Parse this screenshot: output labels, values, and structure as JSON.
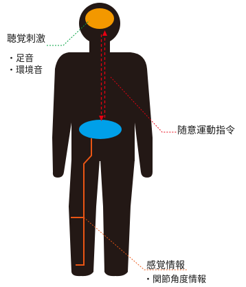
{
  "labels": {
    "auditory": "聴覚刺激",
    "auditory_items": [
      "・足音",
      "・環境音"
    ],
    "motor": "随意運動指令",
    "sensory": "感覚情報",
    "sensory_items": [
      "・関節角度情報"
    ]
  },
  "colors": {
    "body": "#231815",
    "brain": "#f39800",
    "spinal_core": "#00a0e9",
    "motor_signal": "#e60012",
    "sensory_path": "#ea5514",
    "auditory_leader": "#00a040",
    "outline": "#ffffff"
  }
}
